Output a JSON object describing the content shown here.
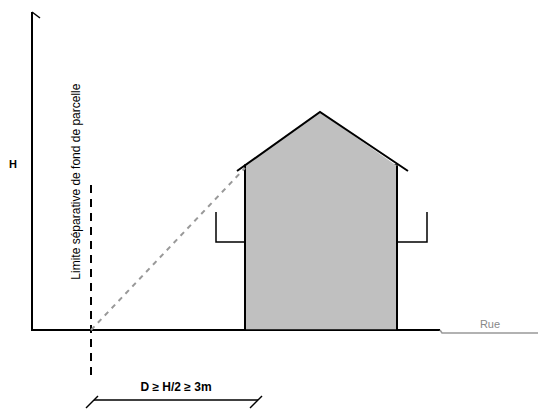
{
  "diagram": {
    "labels": [
      "H",
      "Limite séparative de fond de parcelle",
      "Rue",
      "D ≥ H/2 ≥ 3m"
    ]
  }
}
